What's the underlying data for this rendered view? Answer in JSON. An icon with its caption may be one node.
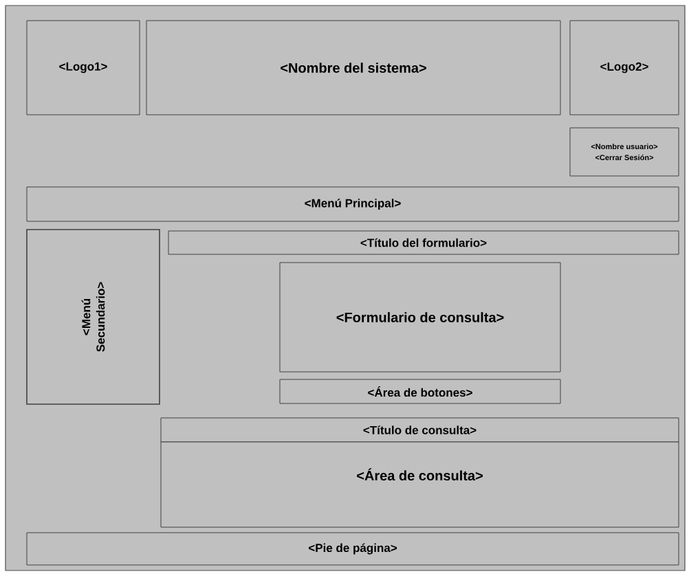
{
  "diagram": {
    "nodes": [
      {
        "text": [
          "<Logo1>"
        ]
      },
      {
        "text": [
          "<Nombre del sistema>"
        ]
      },
      {
        "text": [
          "<Logo2>"
        ]
      },
      {
        "text": [
          "<Nombre usuario>",
          "<Cerrar Sesión>"
        ]
      },
      {
        "text": [
          "<Menú Principal>"
        ]
      },
      {
        "text": [
          "<Menú Secundario>"
        ]
      },
      {
        "text": [
          "<Título del formulario>"
        ]
      },
      {
        "text": [
          "<Formulario de consulta>"
        ]
      },
      {
        "text": [
          "<Área de botones>"
        ]
      },
      {
        "text": [
          "<Título de consulta>"
        ]
      },
      {
        "text": [
          "<Área de consulta>"
        ]
      },
      {
        "text": [
          "<Pie de página>"
        ]
      }
    ],
    "edges": []
  }
}
